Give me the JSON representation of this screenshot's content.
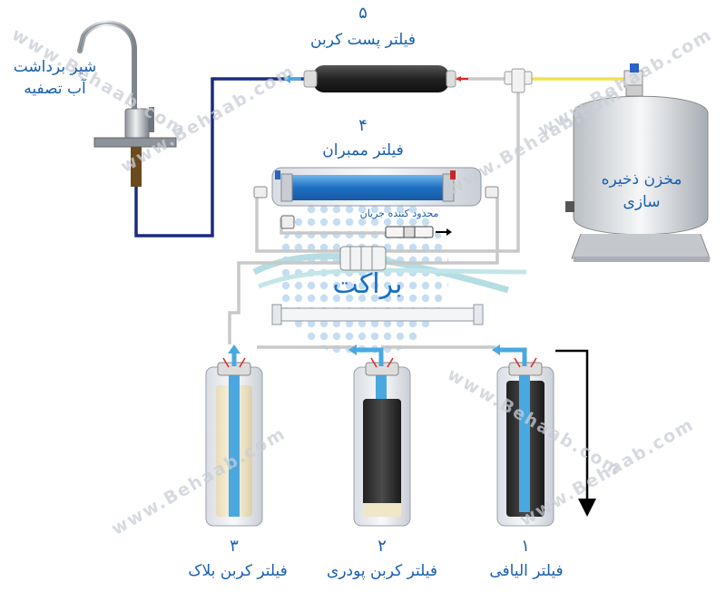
{
  "colors": {
    "text_blue": "#1a5fae",
    "pipe_gray": "#c8c8c8",
    "pipe_navy": "#1c2a80",
    "pipe_yellow": "#f2e24a",
    "water_blue": "#4aa8e0",
    "arrow_red": "#d62828"
  },
  "labels": {
    "faucet": [
      "شیر برداشت",
      "آب تصفیه"
    ],
    "tank": [
      "مخزن ذخیره",
      "سازی"
    ],
    "post_carbon": {
      "number": "۵",
      "name": "فیلتر پست کربن"
    },
    "membrane": {
      "number": "۴",
      "name": "فیلتر ممبران"
    },
    "flow_restrictor": "محدود کننده جریان",
    "bracket": "براکت",
    "filters": [
      {
        "number": "۱",
        "name": "فیلتر الیافی"
      },
      {
        "number": "۲",
        "name": "فیلتر کربن پودری"
      },
      {
        "number": "۳",
        "name": "فیلتر کربن بلاک"
      }
    ]
  },
  "watermark": "www.Behaab.com"
}
